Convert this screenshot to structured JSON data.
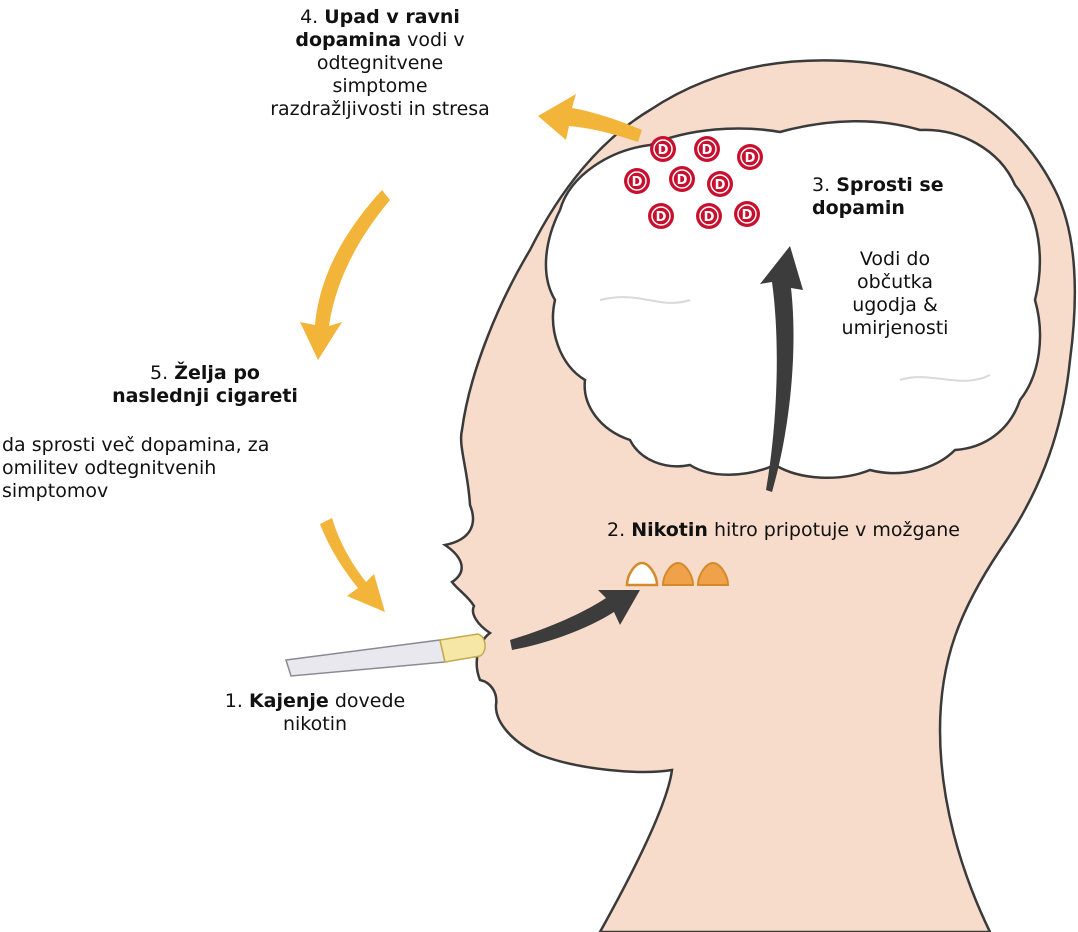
{
  "steps": {
    "step1": {
      "number": "1.",
      "bold": "Kajenje",
      "rest": "dovede",
      "line2": "nikotin"
    },
    "step2": {
      "number": "2.",
      "bold": "Nikotin",
      "rest": "hitro pripotuje v možgane"
    },
    "step3": {
      "number": "3.",
      "bold1": "Sprosti se",
      "bold2": "dopamin",
      "sub1": "Vodi do",
      "sub2": "občutka",
      "sub3": "ugodja &",
      "sub4": "umirjenosti"
    },
    "step4": {
      "number": "4.",
      "bold1": "Upad v ravni",
      "bold2": "dopamina",
      "rest2": "vodi v",
      "line3": "odtegnitvene",
      "line4": "simptome",
      "line5": "razdražljivosti in stresa"
    },
    "step5": {
      "number": "5.",
      "bold1": "Želja po",
      "bold2": "naslednji cigareti",
      "sub1": "da sprosti več dopamina, za",
      "sub2": "omilitev odtegnitvenih",
      "sub3": "simptomov"
    }
  },
  "dopamine_marker": "D",
  "colors": {
    "skin": "#f7dccb",
    "outline": "#3a3a3a",
    "brain": "#ffffff",
    "dopamine": "#c8102e",
    "arrow_yellow": "#f2b53a",
    "arrow_dark": "#3c3c3c",
    "nicotine": "#f0a24a"
  }
}
